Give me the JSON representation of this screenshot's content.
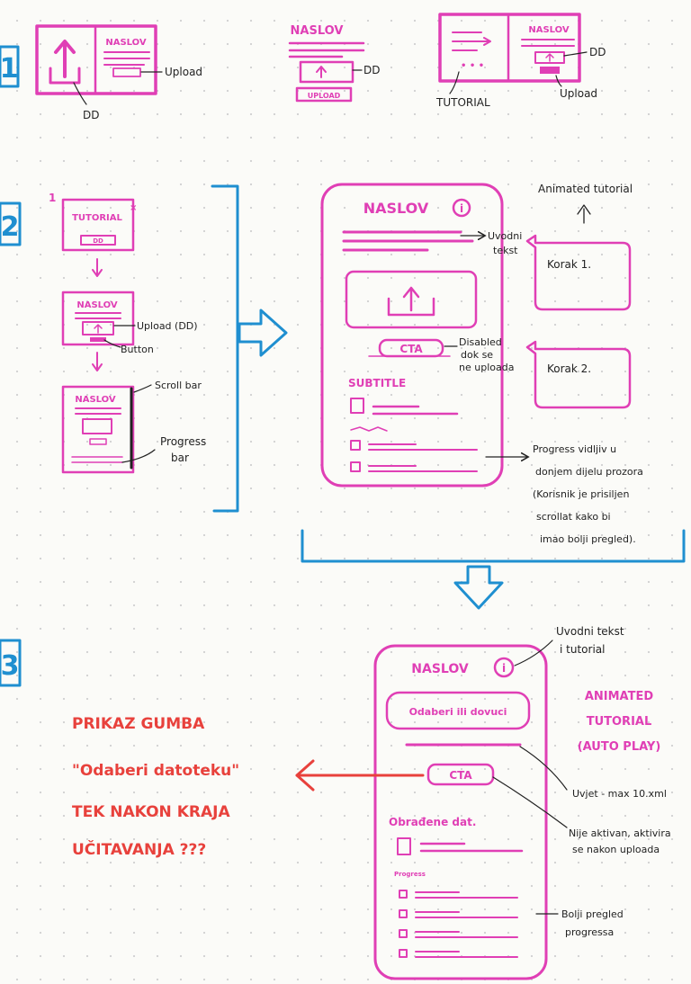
{
  "steps": {
    "one": "1",
    "two": "2",
    "three": "3"
  },
  "row1": {
    "sketch1": {
      "title": "NASLOV",
      "upload_label": "Upload",
      "dd_label": "DD"
    },
    "sketch2": {
      "title": "NASLOV",
      "dd_label": "DD",
      "upload_button": "UPLOAD"
    },
    "sketch3": {
      "title": "NASLOV",
      "dd_label": "DD",
      "tutorial_label": "TUTORIAL",
      "upload_label": "Upload"
    }
  },
  "row2": {
    "flow": {
      "number": "1",
      "tutorial_box": "TUTORIAL",
      "tutorial_close": "×",
      "tutorial_inner": "DD",
      "upload_box_title": "NASLOV",
      "upload_dd_label": "Upload (DD)",
      "button_label": "Button",
      "progress_box_title": "NASLOV",
      "scroll_bar_label": "Scroll bar",
      "progress_bar_label": [
        "Progress",
        "bar"
      ]
    },
    "mock": {
      "title": "NASLOV",
      "info_icon": "i",
      "intro_note": [
        "Uvodni",
        "tekst"
      ],
      "cta": "CTA",
      "cta_note": [
        "Disabled",
        "dok se",
        "ne uploada"
      ],
      "subtitle": "SUBTITLE",
      "progress_note": [
        "Progress vidljiv u",
        "donjem dijelu prozora",
        "(Korisnik je prisiljen",
        "scrollat kako bi",
        "imao bolji pregled)."
      ]
    },
    "tutorial": {
      "heading": "Animated tutorial",
      "step1": "Korak 1.",
      "step2": "Korak 2."
    }
  },
  "row3": {
    "mock": {
      "title": "NASLOV",
      "info_icon": "i",
      "choose_button": "Odaberi ili dovuci",
      "cta": "CTA",
      "processed_label": "Obrađene dat.",
      "progress_small": "Progress"
    },
    "notes": {
      "intro": [
        "Uvodni tekst",
        "i tutorial"
      ],
      "condition": "Uvjet - max 10.xml",
      "cta_note": [
        "Nije aktivan, aktivira",
        "se nakon uploada"
      ],
      "progress_note": [
        "Bolji pregled",
        "progressa"
      ]
    },
    "animated": [
      "ANIMATED",
      "TUTORIAL",
      "(AUTO PLAY)"
    ],
    "question": [
      "PRIKAZ GUMBA",
      "\"Odaberi datoteku\"",
      "TEK NAKON KRAJA",
      "UČITAVANJA ???"
    ]
  },
  "colors": {
    "magenta": "#e03fb5",
    "blue": "#1f8fd0",
    "red": "#e8413c",
    "ink": "#222222"
  }
}
